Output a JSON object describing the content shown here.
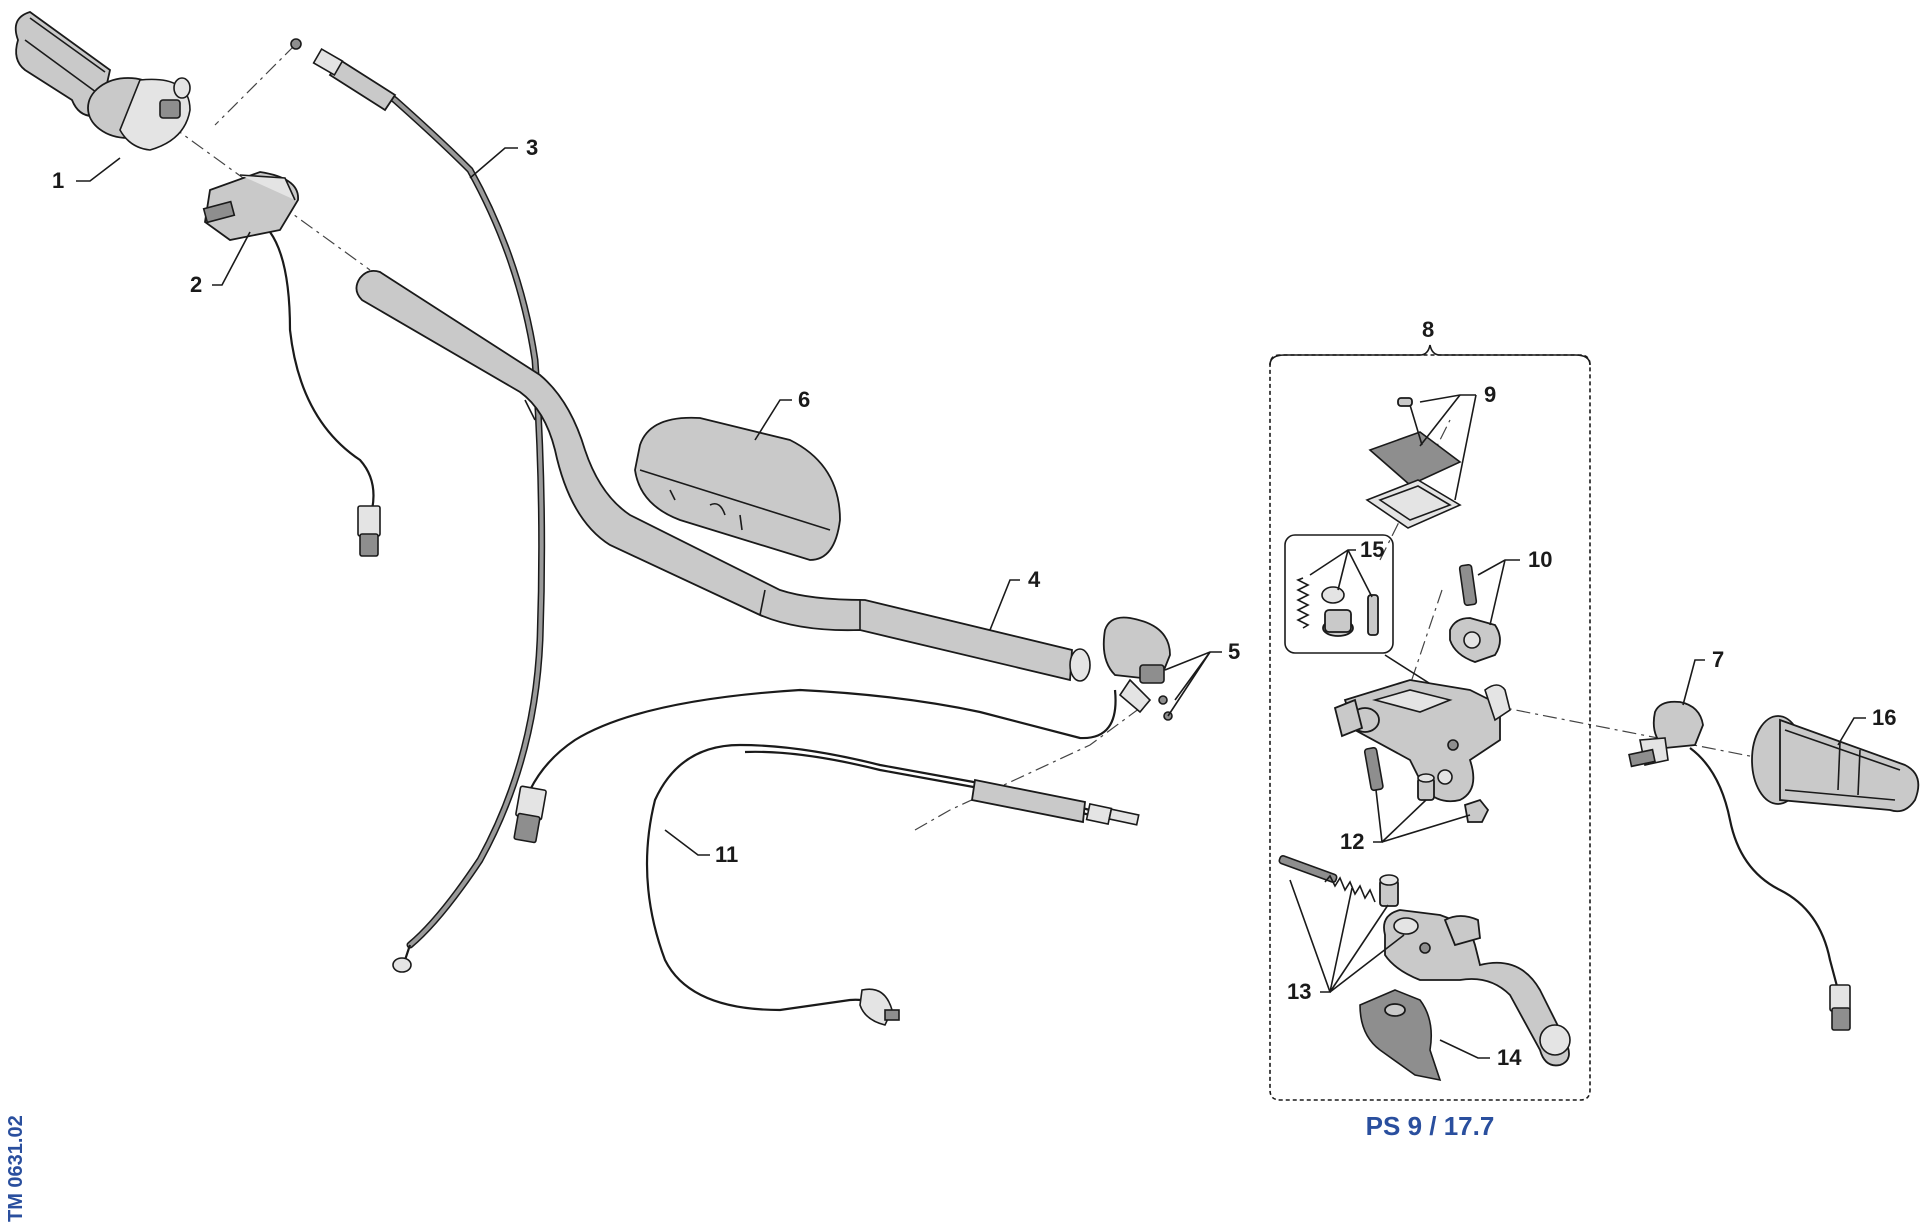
{
  "callouts": [
    {
      "num": "1"
    },
    {
      "num": "2"
    },
    {
      "num": "3"
    },
    {
      "num": "4"
    },
    {
      "num": "5"
    },
    {
      "num": "6"
    },
    {
      "num": "7"
    },
    {
      "num": "8"
    },
    {
      "num": "9"
    },
    {
      "num": "10"
    },
    {
      "num": "11"
    },
    {
      "num": "12"
    },
    {
      "num": "13"
    },
    {
      "num": "14"
    },
    {
      "num": "15"
    },
    {
      "num": "16"
    }
  ],
  "group_ref": "PS 9 / 17.7",
  "drawing_code": "TM 0631.02",
  "colors": {
    "ink": "#1a1a1a",
    "accent": "#2a4f9e",
    "part_fill": "#c9c9c9"
  }
}
